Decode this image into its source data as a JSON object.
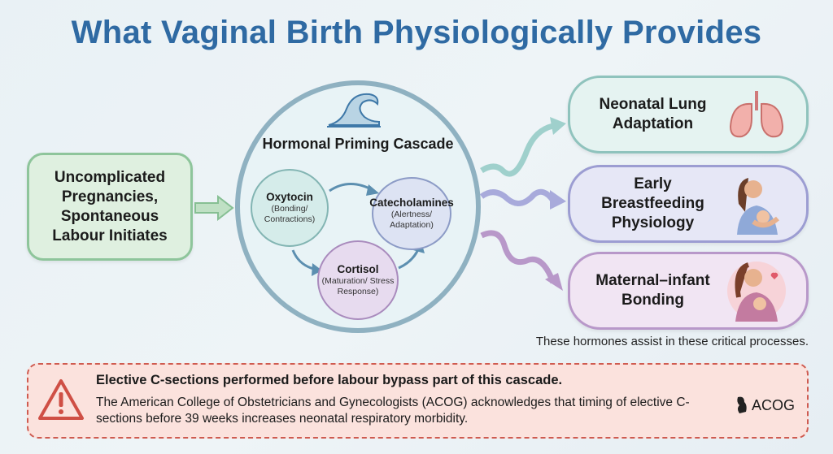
{
  "title": "What Vaginal Birth Physiologically Provides",
  "left_box": "Uncomplicated Pregnancies, Spontaneous Labour Initiates",
  "cascade": {
    "title": "Hormonal Priming Cascade",
    "hormones": [
      {
        "name": "Oxytocin",
        "role": "(Bonding/ Contractions)"
      },
      {
        "name": "Catecholamines",
        "role": "(Alertness/ Adaptation)"
      },
      {
        "name": "Cortisol",
        "role": "(Maturation/ Stress Response)"
      }
    ]
  },
  "outcomes": [
    {
      "label": "Neonatal Lung Adaptation",
      "icon": "lungs-icon",
      "color": "#8fc3bd"
    },
    {
      "label": "Early Breastfeeding Physiology",
      "icon": "breastfeeding-mother-icon",
      "color": "#9c9dd2"
    },
    {
      "label": "Maternal–infant Bonding",
      "icon": "mother-infant-icon",
      "color": "#b898c9"
    }
  ],
  "caption": "These hormones assist in these critical processes.",
  "warning": {
    "heading": "Elective C-sections performed before labour bypass part of this cascade.",
    "body": "The American College of Obstetricians and Gynecologists (ACOG) acknowledges that timing of elective C-sections before 39 weeks increases neonatal respiratory morbidity.",
    "logo": "ACOG"
  }
}
